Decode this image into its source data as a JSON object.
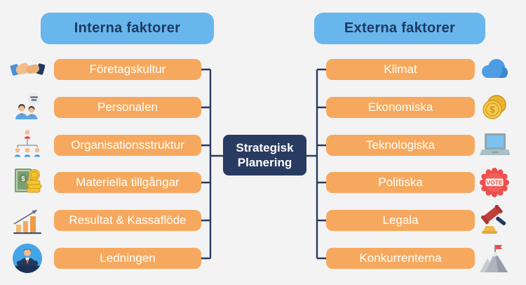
{
  "center": {
    "line1": "Strategisk",
    "line2": "Planering"
  },
  "left": {
    "header": "Interna faktorer",
    "items": [
      {
        "label": "Företagskultur",
        "icon": "handshake-icon"
      },
      {
        "label": "Personalen",
        "icon": "people-chat-icon"
      },
      {
        "label": "Organisationsstruktur",
        "icon": "org-chart-icon"
      },
      {
        "label": "Materiella tillgångar",
        "icon": "money-icon"
      },
      {
        "label": "Resultat & Kassaflöde",
        "icon": "growth-chart-icon"
      },
      {
        "label": "Ledningen",
        "icon": "manager-icon"
      }
    ]
  },
  "right": {
    "header": "Externa faktorer",
    "items": [
      {
        "label": "Klimat",
        "icon": "cloud-icon"
      },
      {
        "label": "Ekonomiska",
        "icon": "coins-icon"
      },
      {
        "label": "Teknologiska",
        "icon": "laptop-icon"
      },
      {
        "label": "Politiska",
        "icon": "vote-badge-icon",
        "badge_text": "VOTE"
      },
      {
        "label": "Legala",
        "icon": "gavel-icon"
      },
      {
        "label": "Konkurrenterna",
        "icon": "mountain-flag-icon"
      }
    ]
  },
  "colors": {
    "background": "#f3f3f4",
    "header_fill": "#68b6ec",
    "header_text": "#1d3a63",
    "item_fill": "#f6a95e",
    "item_text": "#ffffff",
    "center_fill": "#2a3b61",
    "connector": "#2a3b61"
  }
}
